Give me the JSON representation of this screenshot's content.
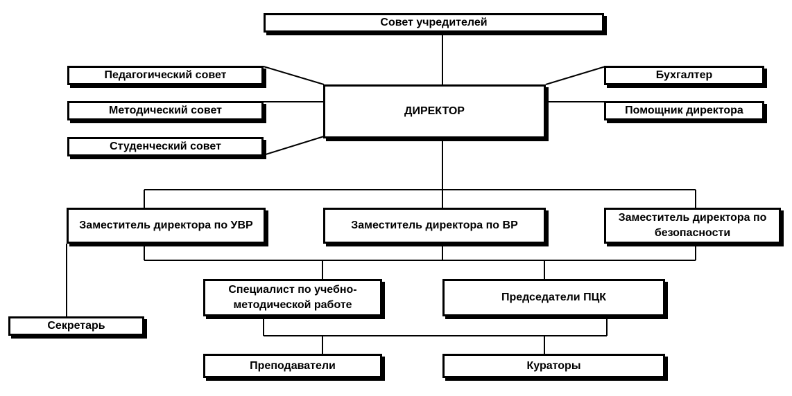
{
  "nodes": {
    "sovet": "Совет учредителей",
    "ped": "Педагогический совет",
    "met": "Методический совет",
    "stud": "Студенческий совет",
    "director": "ДИРЕКТОР",
    "buh": "Бухгалтер",
    "pom": "Помощник директора",
    "zam_uvr": "Заместитель  директора по УВР",
    "zam_vr": "Заместитель  директора по ВР",
    "zam_bez": "Заместитель  директора по безопасности",
    "spec": "Специалист по учебно-методической работе",
    "pck": "Председатели ПЦК",
    "sekr": "Секретарь",
    "prep": "Преподаватели",
    "kur": "Кураторы"
  },
  "colors": {
    "line": "#000000",
    "box_fill": "#ffffff",
    "text": "#000000"
  }
}
